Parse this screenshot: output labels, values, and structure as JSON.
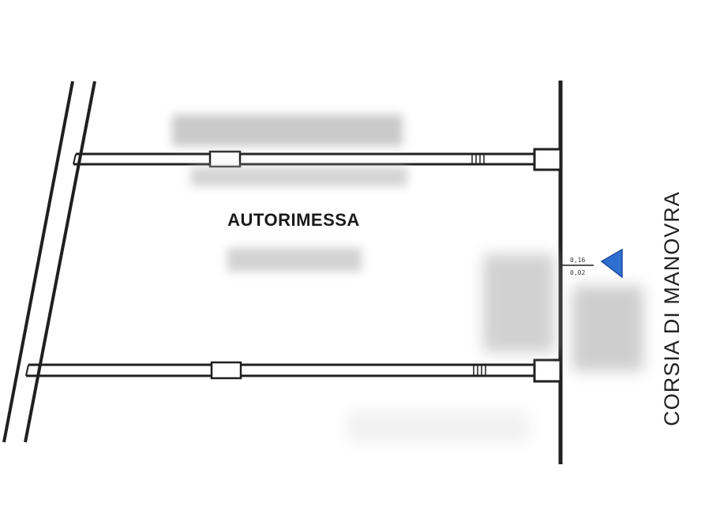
{
  "plan": {
    "room_label": "AUTORIMESSA",
    "corridor_label": "CORSIA DI MANOVRA",
    "dim_top": "0,16",
    "dim_bottom": "0,02",
    "colors": {
      "line": "#1f1f1f",
      "arrow": "#2f6fd0",
      "background": "#ffffff",
      "redaction": "#c9c9c9"
    },
    "icons": {
      "entrance_marker": "triangle-arrow-icon"
    }
  }
}
